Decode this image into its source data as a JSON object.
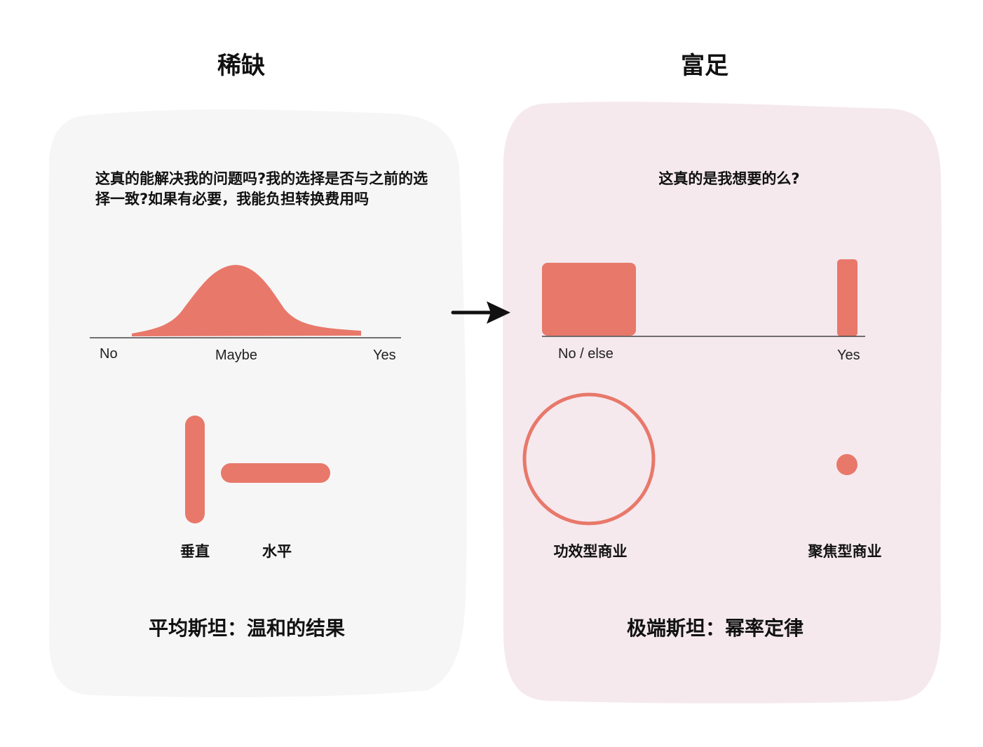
{
  "left": {
    "title": "稀缺",
    "question": "这真的能解决我的问题吗?我的选择是否与之前的选择一致?如果有必要，我能负担转换费用吗",
    "axis": {
      "no": "No",
      "maybe": "Maybe",
      "yes": "Yes"
    },
    "labels": {
      "vertical": "垂直",
      "horizontal": "水平"
    },
    "conclusion": "平均斯坦：温和的结果"
  },
  "right": {
    "title": "富足",
    "question": "这真的是我想要的么?",
    "axis": {
      "no": "No / else",
      "yes": "Yes"
    },
    "labels": {
      "efficacy": "功效型商业",
      "focus": "聚焦型商业"
    },
    "conclusion": "极端斯坦：幂率定律"
  },
  "colors": {
    "accent": "#e8786a",
    "left_panel": "#f6f6f6",
    "right_panel": "#f5e9ee",
    "axis": "#444444"
  }
}
